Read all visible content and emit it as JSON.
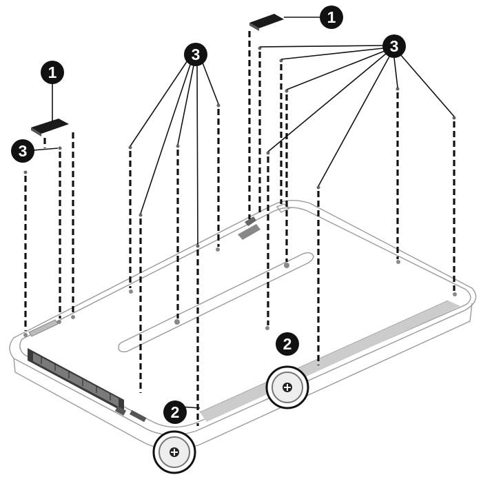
{
  "callouts": {
    "c1_left": "1",
    "c1_right": "1",
    "c2_lower": "2",
    "c2_upper": "2",
    "c3_left": "3",
    "c3_middle": "3",
    "c3_right": "3"
  },
  "colors": {
    "callout_fill": "#111111",
    "callout_text": "#ffffff",
    "case_outline": "#9a9a9a",
    "pad_fill": "#1a1a1a",
    "vent_fill": "#cccccc"
  },
  "icons": {
    "rubber_foot": "screw-head-icon",
    "pad": "rubber-pad-icon"
  }
}
